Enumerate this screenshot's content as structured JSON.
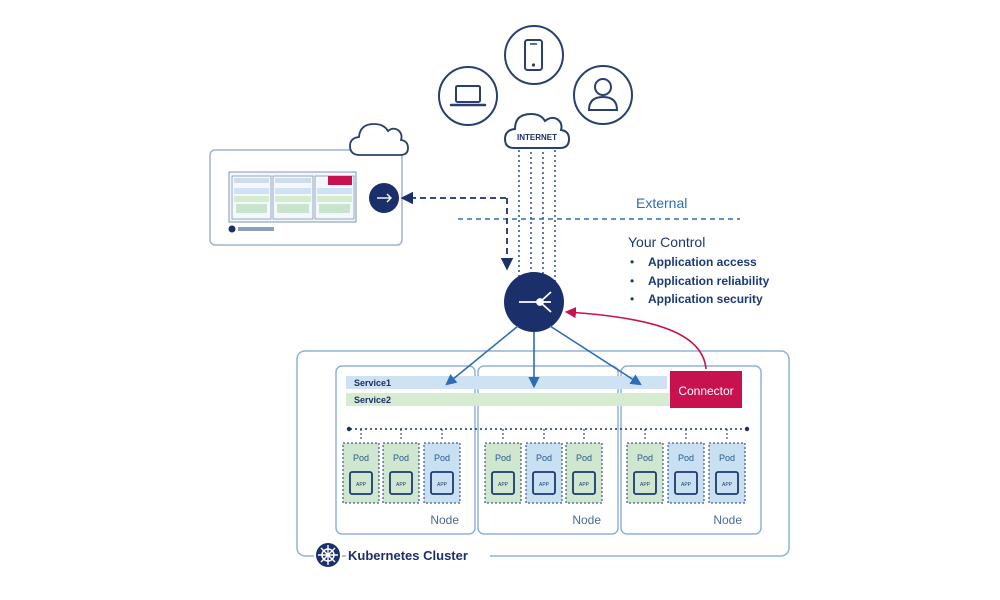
{
  "internet": {
    "label": "INTERNET"
  },
  "boundary": {
    "label": "External"
  },
  "control": {
    "title": "Your Control",
    "bullets": [
      "Application access",
      "Application reliability",
      "Application security"
    ]
  },
  "cluster": {
    "label": "Kubernetes Cluster",
    "services": [
      "Service1",
      "Service2"
    ],
    "connector_label": "Connector",
    "nodes": [
      {
        "label": "Node",
        "pods": [
          {
            "label": "Pod",
            "badge": "APP"
          },
          {
            "label": "Pod",
            "badge": "APP"
          },
          {
            "label": "Pod",
            "badge": "APP"
          }
        ]
      },
      {
        "label": "Node",
        "pods": [
          {
            "label": "Pod",
            "badge": "APP"
          },
          {
            "label": "Pod",
            "badge": "APP"
          },
          {
            "label": "Pod",
            "badge": "APP"
          }
        ]
      },
      {
        "label": "Node",
        "pods": [
          {
            "label": "Pod",
            "badge": "APP"
          },
          {
            "label": "Pod",
            "badge": "APP"
          },
          {
            "label": "Pod",
            "badge": "APP"
          }
        ]
      }
    ]
  },
  "colors": {
    "navy": "#1b2f6b",
    "line_blue": "#2d6db5",
    "connector_red": "#c8114f",
    "pod_green": "#cfe6cf",
    "pod_blue": "#c9dff2",
    "service1_bar": "#cfe2f3",
    "service2_bar": "#d5ecd0"
  },
  "icons": [
    "laptop-icon",
    "mobile-phone-icon",
    "user-icon",
    "cloud-icon",
    "load-balancer-icon",
    "kubernetes-helm-icon"
  ]
}
